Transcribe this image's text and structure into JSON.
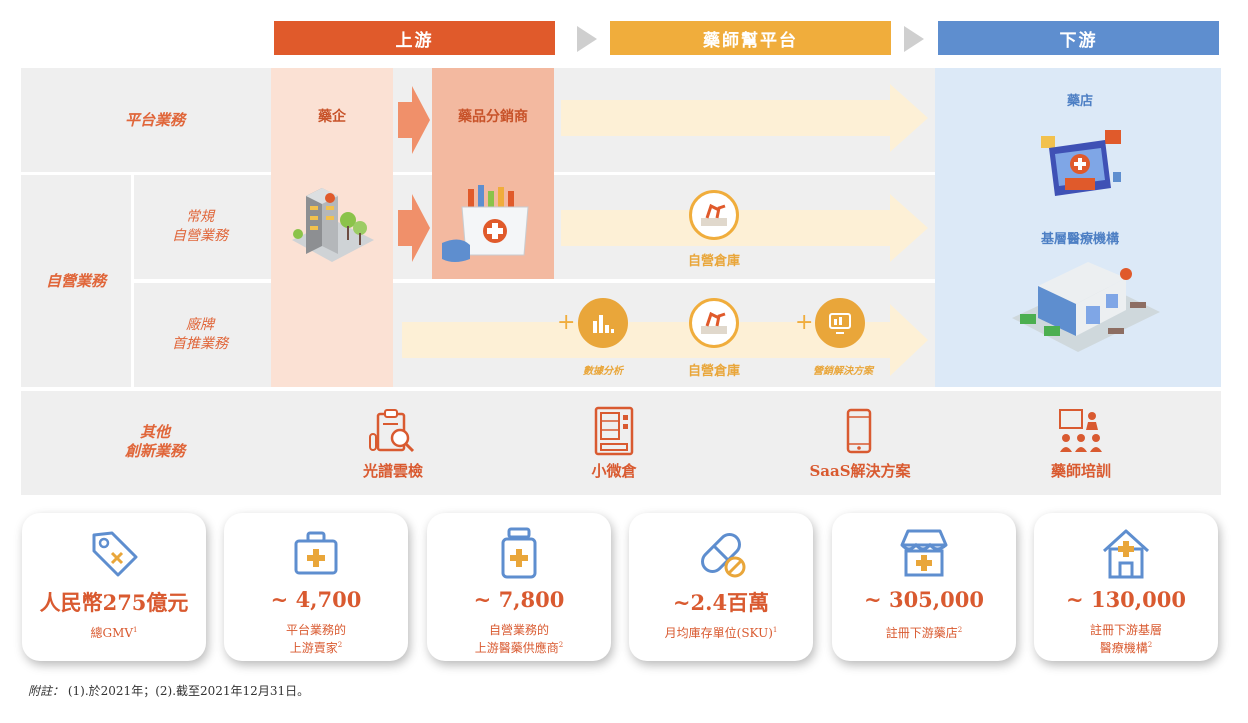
{
  "headers": {
    "upstream": "上游",
    "platform": "藥師幫平台",
    "downstream": "下游"
  },
  "rows": {
    "platform_business": "平台業務",
    "self_operated": "自營業務",
    "regular_self": "常規\n自營業務",
    "factory_brand": "廠牌\n首推業務",
    "other_innovative": "其他\n創新業務"
  },
  "upstream_labels": {
    "pharma": "藥企",
    "distributor": "藥品分銷商"
  },
  "platform_labels": {
    "warehouse_1": "自營倉庫",
    "warehouse_2": "自營倉庫",
    "data_analysis": "數據分析",
    "marketing": "營銷解決方案"
  },
  "downstream_labels": {
    "pharmacy": "藥店",
    "clinic": "基層醫療機構"
  },
  "innovations": [
    {
      "label": "光譜雲檢",
      "icon": "clipboard-search-icon"
    },
    {
      "label": "小微倉",
      "icon": "vending-machine-icon"
    },
    {
      "label": "SaaS解決方案",
      "icon": "smartphone-icon"
    },
    {
      "label": "藥師培訓",
      "icon": "training-icon"
    }
  ],
  "stats": [
    {
      "value": "人民幣275億元",
      "desc": "總GMV",
      "sup": "1",
      "icon": "price-tag-icon"
    },
    {
      "value": "~ 4,700",
      "desc": "平台業務的\n上游賣家",
      "sup": "2",
      "icon": "medical-kit-icon"
    },
    {
      "value": "~ 7,800",
      "desc": "自營業務的\n上游醫藥供應商",
      "sup": "2",
      "icon": "medicine-bottle-icon"
    },
    {
      "value": "~2.4百萬",
      "desc": "月均庫存單位(SKU)",
      "sup": "1",
      "icon": "pill-capsule-icon"
    },
    {
      "value": "~ 305,000",
      "desc": "註冊下游藥店",
      "sup": "2",
      "icon": "store-icon"
    },
    {
      "value": "~ 130,000",
      "desc": "註冊下游基層\n醫療機構",
      "sup": "2",
      "icon": "house-medical-icon"
    }
  ],
  "footnote": {
    "label": "附註：",
    "text": "(1).於2021年；(2).截至2021年12月31日。"
  },
  "colors": {
    "upstream": "#e05a2b",
    "platform": "#f0ad3c",
    "downstream": "#5e8ecf",
    "band_gray": "#efefef",
    "upstream_band": "#fbe1d4",
    "distributor_band": "#f3b9a0",
    "downstream_band": "#dce9f7",
    "arrow_light": "#fdf0d6",
    "arrow_salmon": "#f0906a"
  }
}
